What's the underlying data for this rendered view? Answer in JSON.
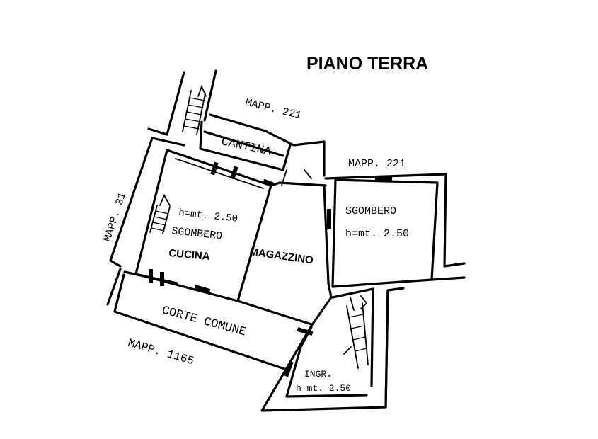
{
  "title": "PIANO TERRA",
  "labels": {
    "mapp_221_top": "MAPP. 221",
    "mapp_221_right": "MAPP. 221",
    "mapp_31": "MAPP. 31",
    "mapp_1165": "MAPP. 1165",
    "cantina": "CANTINA",
    "cucina_height": "h=mt. 2.50",
    "cucina_sgombero": "SGOMBERO",
    "cucina": "CUCINA",
    "magazzino": "MAGAZZINO",
    "sgombero": "SGOMBERO",
    "sgombero_height": "h=mt. 2.50",
    "corte_comune": "CORTE COMUNE",
    "ingr": "INGR.",
    "ingr_height": "h=mt. 2.50"
  },
  "colors": {
    "ink": "#000000",
    "paper": "#ffffff"
  }
}
